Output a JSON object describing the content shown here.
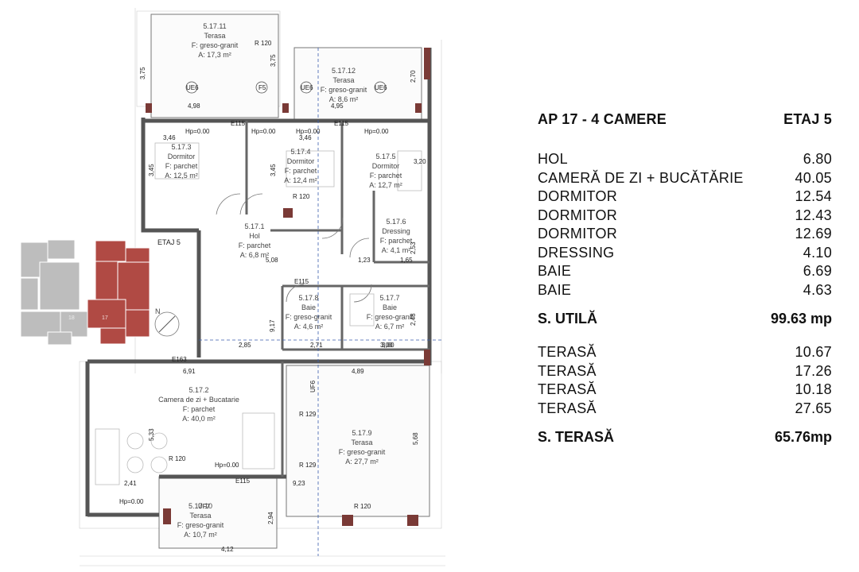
{
  "header": {
    "title": "AP 17 - 4 CAMERE",
    "floor": "ETAJ 5"
  },
  "areas": [
    {
      "name": "HOL",
      "value": "6.80"
    },
    {
      "name": "CAMERĂ DE ZI + BUCĂTĂRIE",
      "value": "40.05"
    },
    {
      "name": "DORMITOR",
      "value": "12.54"
    },
    {
      "name": "DORMITOR",
      "value": "12.43"
    },
    {
      "name": "DORMITOR",
      "value": "12.69"
    },
    {
      "name": "DRESSING",
      "value": "4.10"
    },
    {
      "name": "BAIE",
      "value": "6.69"
    },
    {
      "name": "BAIE",
      "value": "4.63"
    }
  ],
  "useful": {
    "label": "S. UTILĂ",
    "value": "99.63 mp"
  },
  "terraces": [
    {
      "name": "TERASĂ",
      "value": "10.67"
    },
    {
      "name": "TERASĂ",
      "value": "17.26"
    },
    {
      "name": "TERASĂ",
      "value": "10.18"
    },
    {
      "name": "TERASĂ",
      "value": "27.65"
    }
  ],
  "terrace_total": {
    "label": "S. TERASĂ",
    "value": "65.76mp"
  },
  "plan": {
    "key_label": "ETAJ 5",
    "key_unit": "17",
    "key_unit_left": "18",
    "rooms": {
      "r1711": {
        "id": "5.17.11",
        "name": "Terasa",
        "floor": "F: greso-granit",
        "area": "A: 17,3 m²"
      },
      "r1712": {
        "id": "5.17.12",
        "name": "Terasa",
        "floor": "F: greso-granit",
        "area": "A: 8,6 m²"
      },
      "r173": {
        "id": "5.17.3",
        "name": "Dormitor",
        "floor": "F: parchet",
        "area": "A: 12,5 m²"
      },
      "r174": {
        "id": "5.17.4",
        "name": "Dormitor",
        "floor": "F: parchet",
        "area": "A: 12,4 m²"
      },
      "r175": {
        "id": "5.17.5",
        "name": "Dormitor",
        "floor": "F: parchet",
        "area": "A: 12,7 m²"
      },
      "r176": {
        "id": "5.17.6",
        "name": "Dressing",
        "floor": "F: parchet",
        "area": "A: 4,1 m²"
      },
      "r171": {
        "id": "5.17.1",
        "name": "Hol",
        "floor": "F: parchet",
        "area": "A: 6,8 m²"
      },
      "r178": {
        "id": "5.17.8",
        "name": "Baie",
        "floor": "F: greso-granit",
        "area": "A: 4,6 m²"
      },
      "r177": {
        "id": "5.17.7",
        "name": "Baie",
        "floor": "F: greso-granit",
        "area": "A: 6,7 m²"
      },
      "r172": {
        "id": "5.17.2",
        "name": "Camera de zi + Bucatarie",
        "floor": "F: parchet",
        "area": "A: 40,0 m²"
      },
      "r179": {
        "id": "5.17.9",
        "name": "Terasa",
        "floor": "F: greso-granit",
        "area": "A: 27,7 m²"
      },
      "r1710": {
        "id": "5.17.10",
        "name": "Terasa",
        "floor": "F: greso-granit",
        "area": "A: 10,7 m²"
      }
    },
    "dims": {
      "d1": "4,98",
      "d2": "4,95",
      "d3": "3,75",
      "d4": "3,75",
      "d5": "2,70",
      "d6": "3,46",
      "d7": "3,46",
      "d8": "3,45",
      "d9": "3,45",
      "d10": "3,20",
      "d11": "6,91",
      "d12": "4,89",
      "d13": "2,85",
      "d14": "2,71",
      "d15": "3,00",
      "d16": "5,33",
      "d17": "5,68",
      "d18": "9,17",
      "d19": "2,41",
      "d20": "9,23",
      "d21": "4,12",
      "d22": "2,94",
      "d23": "1,23",
      "d24": "1,65",
      "d25": "2,53",
      "d26": "5,08",
      "d27": "2,48",
      "d28": "3,00"
    },
    "tags": {
      "ue6a": "UE6",
      "f5": "F5",
      "ue6b": "UE6",
      "ue6c": "UE6",
      "uf7": "UF7",
      "uf6": "UF6",
      "r120a": "R 120",
      "r120b": "R 120",
      "r120c": "R 120",
      "r120d": "R 120",
      "r129a": "R 129",
      "r129b": "R 129",
      "hp1": "Hp=0.00",
      "hp2": "Hp=0.00",
      "hp3": "Hp=0.00",
      "hp4": "Hp=0.00",
      "hp5": "Hp=0.00",
      "hp6": "Hp=0.00",
      "e115a": "E115",
      "e115b": "E115",
      "e115c": "E115",
      "e115d": "E115",
      "e163": "E163"
    }
  },
  "colors": {
    "accent": "#b04a44",
    "wall": "#6b6b6b",
    "text": "#111111",
    "grey_unit": "#b9b9b9"
  }
}
